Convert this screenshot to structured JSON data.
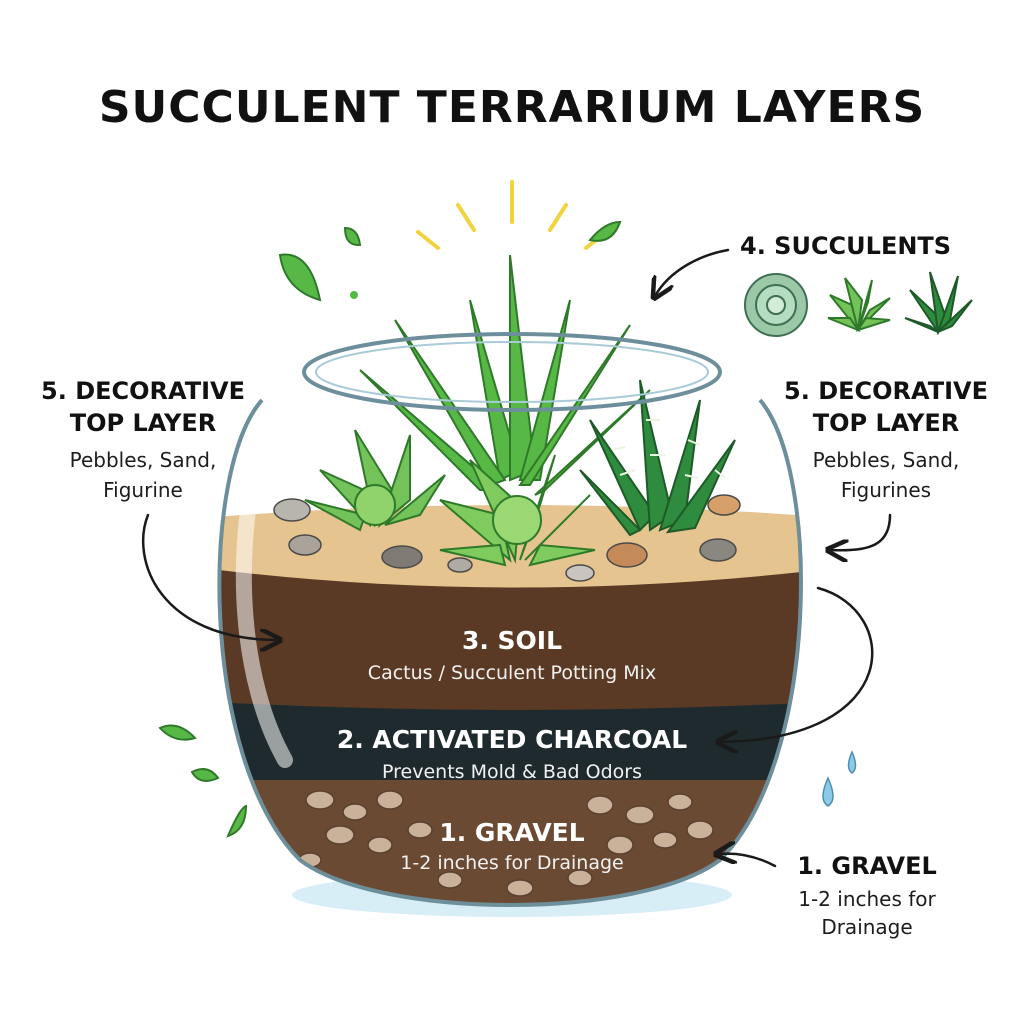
{
  "title": "SUCCULENT TERRARIUM LAYERS",
  "callouts": {
    "succulents": {
      "heading": "4. SUCCULENTS"
    },
    "top_left": {
      "heading_line1": "5. DECORATIVE",
      "heading_line2": "TOP LAYER",
      "sub_line1": "Pebbles, Sand,",
      "sub_line2": "Figurine"
    },
    "top_right": {
      "heading_line1": "5. DECORATIVE",
      "heading_line2": "TOP LAYER",
      "sub_line1": "Pebbles, Sand,",
      "sub_line2": "Figurines"
    },
    "gravel_right": {
      "heading": "1. GRAVEL",
      "sub_line1": "1-2 inches for",
      "sub_line2": "Drainage"
    }
  },
  "layers": {
    "soil": {
      "heading": "3. SOIL",
      "sub": "Cactus / Succulent Potting Mix",
      "color": "#5a3a24"
    },
    "charcoal": {
      "heading": "2. ACTIVATED CHARCOAL",
      "sub": "Prevents Mold & Bad Odors",
      "color": "#1f2a2e"
    },
    "gravel": {
      "heading": "1. GRAVEL",
      "sub": "1-2 inches for Drainage",
      "color": "#6b4a33"
    },
    "sand": {
      "color": "#e6c48f"
    }
  },
  "colors": {
    "leaf": "#58b845",
    "leaf_dark": "#2f7a2a",
    "glass": "#bfe4f2",
    "water": "#8ccbe8",
    "sun": "#f3d33d"
  },
  "icons": [
    "sun-rays-icon",
    "leaf-icon",
    "water-drop-icon",
    "rosette-succulent-icon",
    "echeveria-icon",
    "zebra-haworthia-icon"
  ]
}
